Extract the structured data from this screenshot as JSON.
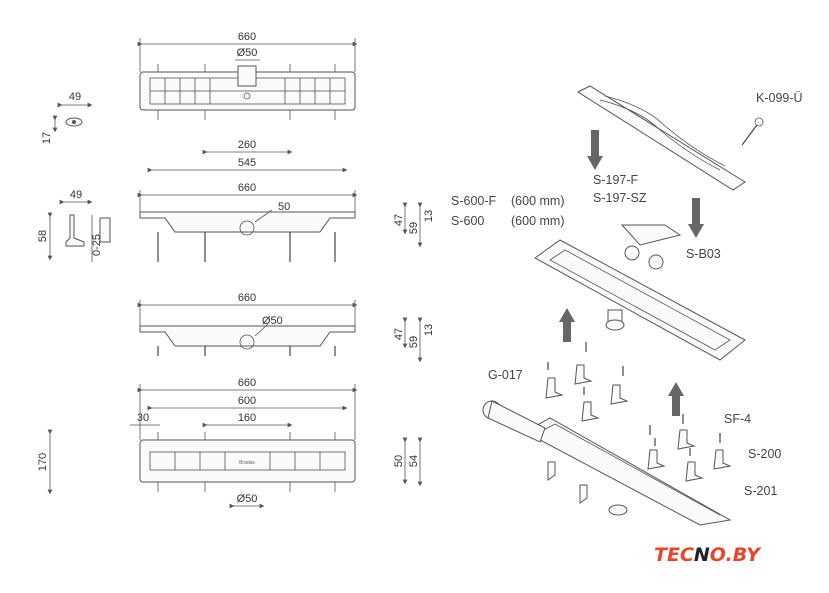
{
  "top_view": {
    "width_total": "660",
    "outlet_diameter": "Ø50",
    "side_width": "49",
    "side_height": "17"
  },
  "side_view_1": {
    "grate_span": "260",
    "inner_span": "545",
    "width_total": "660",
    "outlet_label": "50",
    "foot_width": "49",
    "foot_height": "58",
    "adjust_range": "0-25",
    "height_a": "47",
    "height_b": "59",
    "height_c": "13"
  },
  "side_view_2": {
    "width_total": "660",
    "outlet_diameter": "Ø50",
    "height_a": "47",
    "height_b": "59",
    "height_c": "13"
  },
  "bottom_view": {
    "width_total": "660",
    "inner_width": "600",
    "edge_offset": "30",
    "center_span": "160",
    "left_height": "170",
    "outlet_diameter": "Ø50",
    "height_a": "50",
    "height_b": "54",
    "brand_mark": "Bradas"
  },
  "parts": {
    "key": "K-099-Ü",
    "grate_f": "S-197-F",
    "grate_sz": "S-197-SZ",
    "channel_f": "S-600-F",
    "channel_f_size": "(600 mm)",
    "channel": "S-600",
    "channel_size": "(600 mm)",
    "siphon": "S-B03",
    "sealing": "G-017",
    "feet": "SF-4",
    "set_200": "S-200",
    "set_201": "S-201"
  },
  "logo": {
    "part1": "TEC",
    "part2": "N",
    "part3": "O",
    "part4": ".BY"
  }
}
